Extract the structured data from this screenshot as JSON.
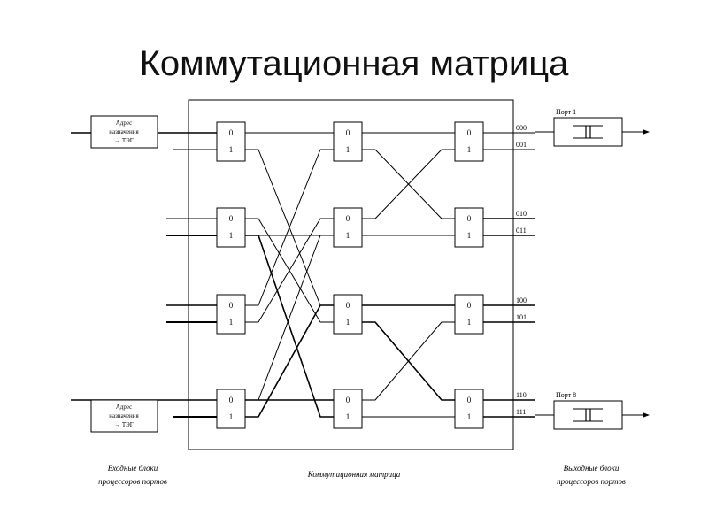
{
  "slide": {
    "title": "Коммутационная матрица"
  },
  "address_blocks": [
    {
      "line1": "Адрес",
      "line2": "назначения",
      "line3": "→ ТЭГ"
    },
    {
      "line1": "Адрес",
      "line2": "назначения",
      "line3": "→ ТЭГ"
    }
  ],
  "switch_labels": {
    "top": "0",
    "bottom": "1"
  },
  "output_codes": [
    "000",
    "001",
    "010",
    "011",
    "100",
    "101",
    "110",
    "111"
  ],
  "ports": [
    {
      "label": "Порт 1"
    },
    {
      "label": "Порт 8"
    }
  ],
  "captions": {
    "input": {
      "line1": "Входные блоки",
      "line2": "процессоров портов"
    },
    "matrix": "Коммутационная матрица",
    "output": {
      "line1": "Выходные блоки",
      "line2": "процессоров портов"
    }
  }
}
